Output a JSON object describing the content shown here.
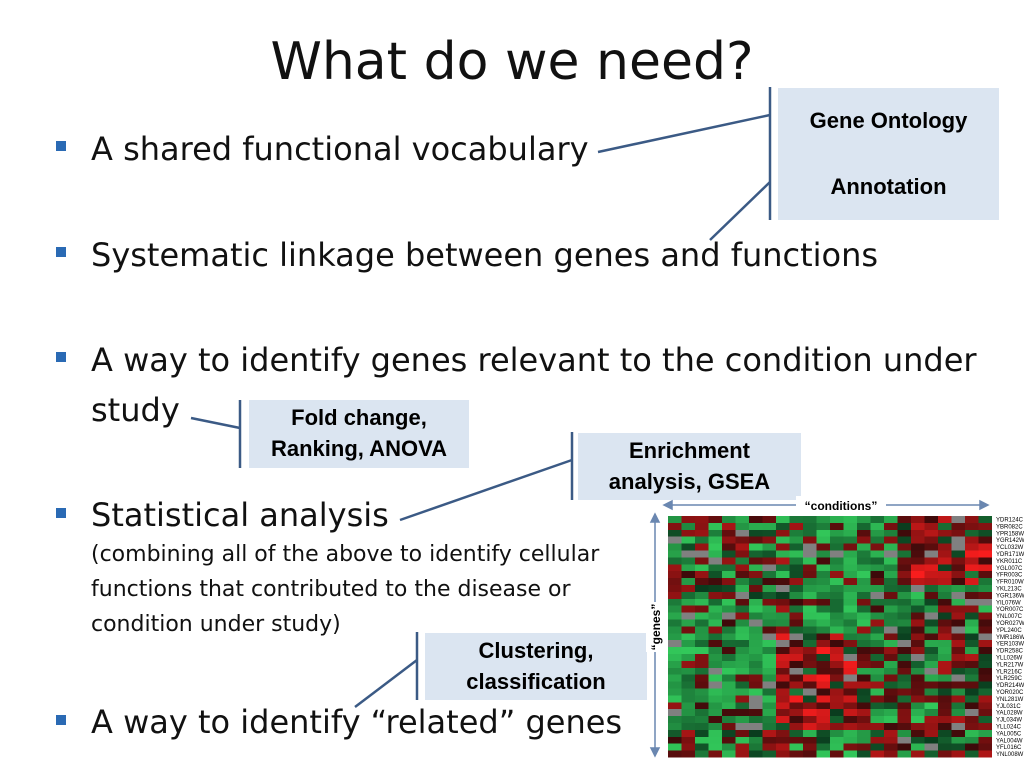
{
  "slide": {
    "title": "What do we need?",
    "bullets": [
      {
        "text": "A shared functional vocabulary"
      },
      {
        "text": "Systematic linkage between genes and functions"
      },
      {
        "text": "A way to identify genes relevant to the condition under",
        "text2": "study"
      },
      {
        "text": "Statistical analysis",
        "sub": [
          "(combining all of the above to identify cellular",
          "functions that contributed to the disease or",
          "condition under study)"
        ]
      },
      {
        "text": "A way to identify “related” genes"
      }
    ],
    "callouts": {
      "go_label": "Gene Ontology",
      "annotation_label": "Annotation",
      "fold_line1": "Fold change,",
      "fold_line2": "Ranking, ANOVA",
      "enrich_line1": "Enrichment",
      "enrich_line2": "analysis, GSEA",
      "cluster_line1": "Clustering,",
      "cluster_line2": "classification"
    },
    "heatmap": {
      "conditions_label": "“conditions”",
      "genes_label": "“genes”",
      "gene_ids": [
        "YDR124C",
        "YBR082C",
        "YPR158W",
        "YGR142W",
        "YCL032W",
        "YDR171W",
        "YKR011C",
        "YGL007C",
        "YFR003C",
        "YFR010W",
        "YKL213C",
        "YGR136W",
        "YIL076W",
        "YOR007C",
        "YNL007C",
        "YOR027W",
        "YPL240C",
        "YMR186W",
        "YER103W",
        "YDR258C",
        "YLL026W",
        "YLR217W",
        "YLR216C",
        "YLR259C",
        "YDR214W",
        "YOR020C",
        "YNL281W",
        "YJL031C",
        "YAL028W",
        "YJL034W",
        "YLL024C",
        "YAL005C",
        "YAL004W",
        "YFL016C",
        "YNL008W"
      ]
    },
    "colors": {
      "bullet": "#2a6ab4",
      "callout_bg": "#dbe5f1",
      "connector": "#3b5a85",
      "heat_red": "#d42020",
      "heat_green": "#22b14c"
    }
  }
}
